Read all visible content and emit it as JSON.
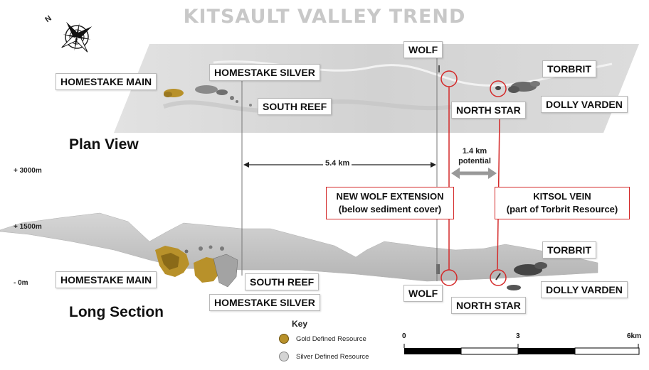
{
  "title": "KITSAULT VALLEY TREND",
  "view_labels": {
    "plan": "Plan View",
    "long": "Long Section"
  },
  "elevations": [
    "+ 3000m",
    "+ 1500m",
    "- 0m"
  ],
  "plan_labels": {
    "homestake_main": "HOMESTAKE MAIN",
    "homestake_silver": "HOMESTAKE SILVER",
    "south_reef": "SOUTH REEF",
    "wolf": "WOLF",
    "torbrit": "TORBRIT",
    "north_star": "NORTH STAR",
    "dolly_varden": "DOLLY VARDEN"
  },
  "section_labels": {
    "homestake_main": "HOMESTAKE MAIN",
    "homestake_silver": "HOMESTAKE SILVER",
    "south_reef": "SOUTH REEF",
    "wolf": "WOLF",
    "torbrit": "TORBRIT",
    "north_star": "NORTH STAR",
    "dolly_varden": "DOLLY VARDEN"
  },
  "callouts": {
    "new_wolf": [
      "NEW WOLF EXTENSION",
      "(below sediment cover)"
    ],
    "kitsol": [
      "KITSOL VEIN",
      "(part of Torbrit Resource)"
    ]
  },
  "distances": {
    "main": "5.4 km",
    "potential": [
      "1.4 km",
      "potential"
    ]
  },
  "key": {
    "title": "Key",
    "items": [
      {
        "label": "Gold Defined Resource",
        "color": "#b8912a"
      },
      {
        "label": "Silver Defined Resource",
        "color": "#d4d4d4"
      }
    ]
  },
  "scale_bar": {
    "labels": [
      "0",
      "3",
      "6km"
    ]
  },
  "compass": {
    "label": "N"
  },
  "colors": {
    "callout": "#d42a2a",
    "gold": "#b8912a",
    "silver": "#a0a0a0",
    "terrain": "#c9c9c9"
  }
}
